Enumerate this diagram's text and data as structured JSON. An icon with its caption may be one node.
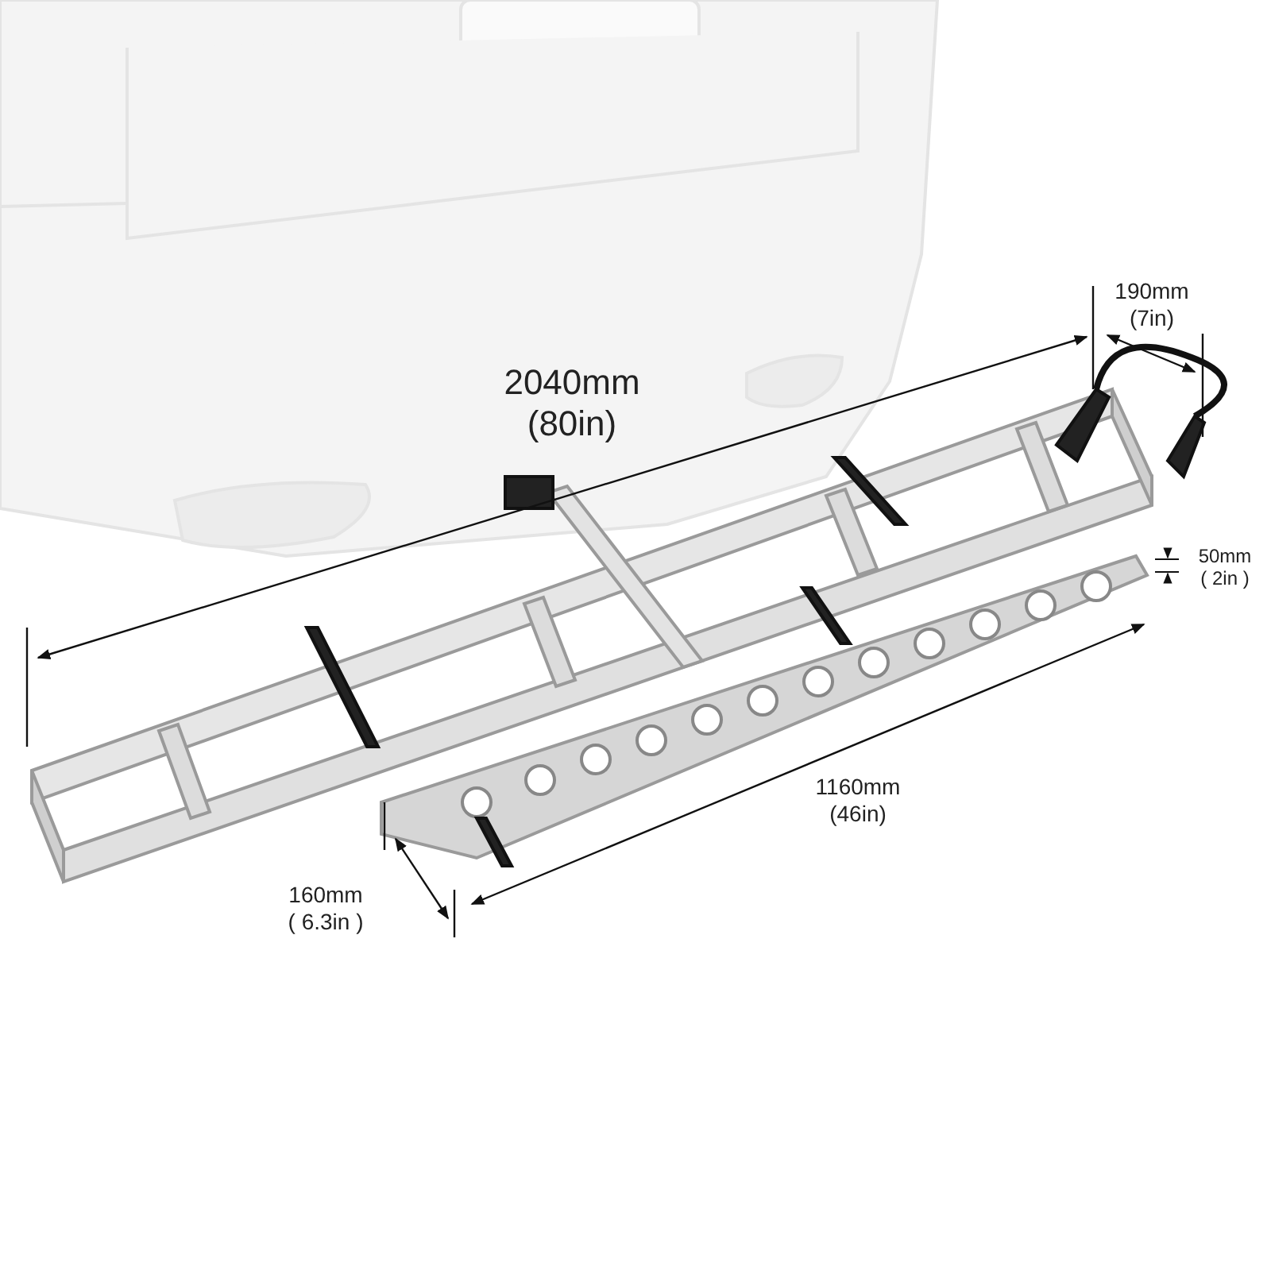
{
  "diagram": {
    "labels": [
      "190mm (7in)",
      "2040mm (80in)",
      "50mm ( 2in )",
      "1160mm (46in)",
      "160mm ( 6.3in )"
    ]
  }
}
